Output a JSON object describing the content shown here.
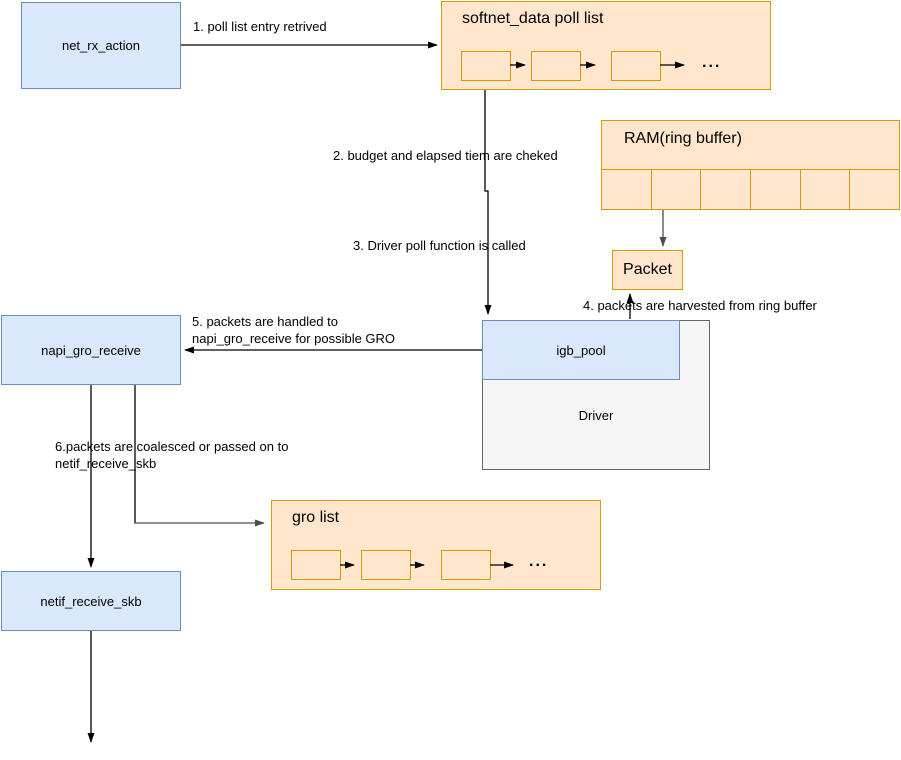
{
  "palette": {
    "node_blue_fill": "#dae8fc",
    "node_blue_border": "#6c8ebf",
    "node_orange_fill": "#ffe6cc",
    "node_orange_border": "#d79b00",
    "driver_fill": "#f5f5f5",
    "driver_border": "#666666",
    "edge_black": "#000000",
    "edge_gray": "#4d4d4d"
  },
  "nodes": {
    "net_rx_action": {
      "label": "net_rx_action"
    },
    "softnet_poll_list": {
      "title": "softnet_data poll list",
      "ellipsis": "..."
    },
    "ram_ring_buffer": {
      "title": "RAM(ring buffer)"
    },
    "packet": {
      "label": "Packet"
    },
    "igb_pool": {
      "label": "igb_pool"
    },
    "driver": {
      "label": "Driver"
    },
    "napi_gro_receive": {
      "label": "napi_gro_receive"
    },
    "gro_list": {
      "title": "gro list",
      "ellipsis": "..."
    },
    "netif_receive_skb": {
      "label": "netif_receive_skb"
    }
  },
  "edge_labels": {
    "step1": "1. poll list entry retrived",
    "step2": "2. budget and elapsed tiem are cheked",
    "step3": "3. Driver poll function is called",
    "step4": "4. packets are harvested from ring buffer",
    "step5_line1": "5. packets are handled to",
    "step5_line2": "napi_gro_receive for possible GRO",
    "step6_line1": "6.packets are coalesced or passed on to",
    "step6_line2": "netif_receive_skb"
  }
}
